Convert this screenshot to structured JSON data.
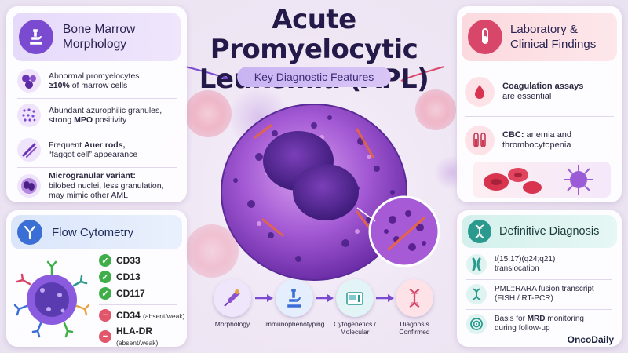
{
  "title": "Acute Promyelocytic Leukemia (APL)",
  "subtitle": "Key Diagnostic Features",
  "bone_marrow": {
    "heading_line1": "Bone Marrow",
    "heading_line2": "Morphology",
    "items": [
      {
        "pre": "Abnormal promyelocytes",
        "bold": "≥10%",
        "post": " of marrow cells"
      },
      {
        "pre": "Abundant azurophilic granules,",
        "line2pre": "strong ",
        "bold": "MPO",
        "post": " positivity"
      },
      {
        "pre": "Frequent ",
        "bold": "Auer rods,",
        "line2": "“faggot cell” appearance"
      },
      {
        "bold": "Microgranular variant:",
        "line2": "bilobed nuclei, less granulation,",
        "line3": "may mimic other AML"
      }
    ]
  },
  "lab": {
    "heading_line1": "Laboratory &",
    "heading_line2": "Clinical Findings",
    "items": [
      {
        "bold": "Coagulation assays",
        "line2": "are essential"
      },
      {
        "bold": "CBC:",
        "post": " anemia and",
        "line2": "thrombocytopenia"
      }
    ]
  },
  "flow": {
    "heading": "Flow Cytometry",
    "markers": [
      {
        "label": "CD33",
        "status": "positive",
        "note": ""
      },
      {
        "label": "CD13",
        "status": "positive",
        "note": ""
      },
      {
        "label": "CD117",
        "status": "positive",
        "note": ""
      },
      {
        "label": "CD34",
        "status": "negative",
        "note": "(absent/weak)"
      },
      {
        "label": "HLA-DR",
        "status": "negative",
        "note": "(absent/weak)"
      }
    ]
  },
  "definitive": {
    "heading": "Definitive Diagnosis",
    "items": [
      {
        "line1": "t(15;17)(q24;q21)",
        "line2": "translocation"
      },
      {
        "line1": "PML::RARA fusion transcript",
        "line2": "(FISH / RT-PCR)"
      },
      {
        "line1pre": "Basis for ",
        "bold": "MRD",
        "line1post": " monitoring",
        "line2": "during follow-up"
      }
    ]
  },
  "workflow": [
    {
      "label": "Morphology"
    },
    {
      "label": "Immunophenotyping"
    },
    {
      "label": "Cytogenetics /\nMolecular"
    },
    {
      "label": "Diagnosis\nConfirmed"
    }
  ],
  "brand": "OncoDaily",
  "colors": {
    "purple_accent": "#7a4bd1",
    "pink_accent": "#d8476a",
    "blue_accent": "#3b6fd6",
    "teal_accent": "#2b9a8e",
    "positive": "#3fae49",
    "negative": "#e2566a"
  }
}
